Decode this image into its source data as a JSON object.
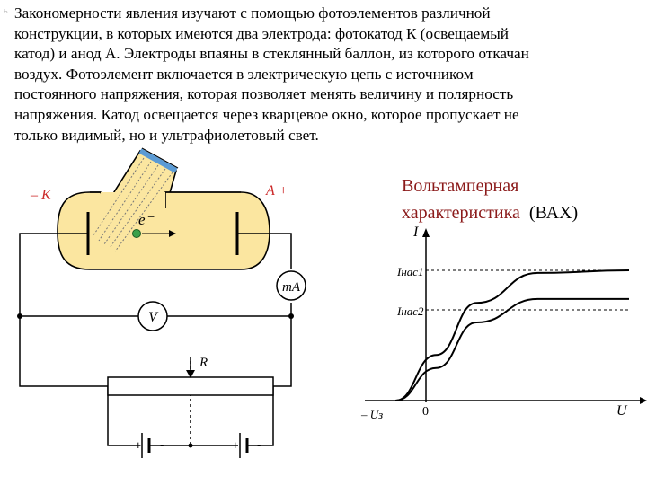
{
  "slide_mark": "ь",
  "paragraph": [
    "Закономерности явления изучают с помощью фотоэлементов различной",
    "конструкции, в которых имеются два электрода: фотокатод К (освещаемый",
    "катод) и анод А. Электроды впаяны в стеклянный баллон, из которого откачан",
    "воздух. Фотоэлемент включается в электрическую цепь с источником",
    "постоянного напряжения, которая позволяет менять величину и полярность",
    "напряжения. Катод освещается через кварцевое окно, которое пропускает не",
    "только видимый, но и ультрафиолетовый свет."
  ],
  "circuit": {
    "cathode_label": "– К",
    "anode_label": "А +",
    "electron_label": "e⁻",
    "milliammeter_label": "mA",
    "voltmeter_label": "V",
    "resistor_label": "R",
    "plus_sign": "+",
    "minus_sign": "-",
    "colors": {
      "bulb": "#fbe6a0",
      "window": "#5b9bd5",
      "label_red": "#cc2b2b",
      "electron": "#3aa14a"
    }
  },
  "vah": {
    "title_line1": "Вольтамперная",
    "title_line2": "характеристика",
    "title_abbr": "(ВАХ)",
    "title_color": "#8b1a1a"
  },
  "chart_data": {
    "type": "line",
    "title": "",
    "ylabel": "I",
    "xlabel": "U",
    "origin_label": "0",
    "negative_x_label": "– Uз",
    "y_markers": [
      "Iнас1",
      "Iнас2"
    ],
    "series": [
      {
        "points": [
          [
            -0.15,
            0
          ],
          [
            0.05,
            0.35
          ],
          [
            0.25,
            0.75
          ],
          [
            0.55,
            0.98
          ],
          [
            1.0,
            1.0
          ]
        ]
      },
      {
        "points": [
          [
            -0.15,
            0
          ],
          [
            0.05,
            0.25
          ],
          [
            0.25,
            0.6
          ],
          [
            0.55,
            0.78
          ],
          [
            1.0,
            0.78
          ]
        ]
      }
    ],
    "grid": false
  }
}
